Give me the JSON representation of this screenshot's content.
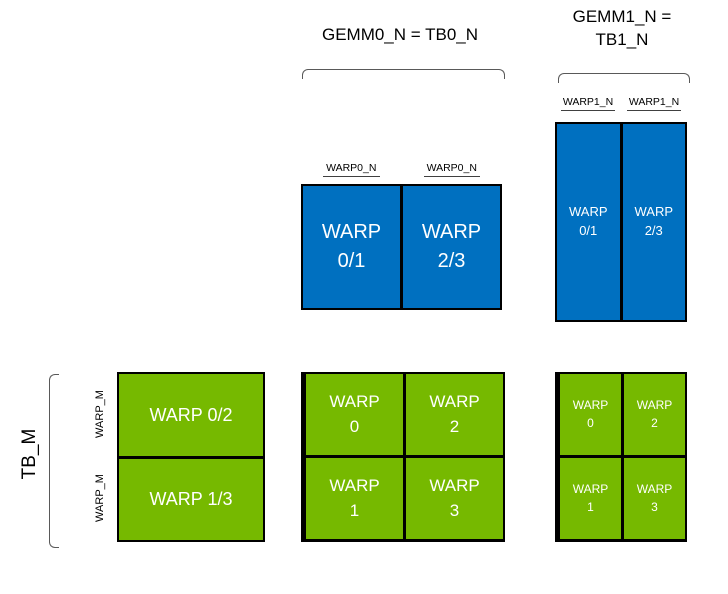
{
  "title_labels": {
    "gemm0": "GEMM0_N = TB0_N",
    "gemm1_line1": "GEMM1_N =",
    "gemm1_line2": "TB1_N"
  },
  "axis_labels": {
    "tb_m": "TB_M",
    "warp_m_row0": "WARP_M",
    "warp_m_row1": "WARP_M"
  },
  "blue_top_center": {
    "col_labels": [
      "WARP0_N",
      "WARP0_N"
    ],
    "cells": [
      {
        "line1": "WARP",
        "line2": "0/1"
      },
      {
        "line1": "WARP",
        "line2": "2/3"
      }
    ]
  },
  "blue_top_right": {
    "col_labels": [
      "WARP1_N",
      "WARP1_N"
    ],
    "cells": [
      {
        "line1": "WARP",
        "line2": "0/1"
      },
      {
        "line1": "WARP",
        "line2": "2/3"
      }
    ]
  },
  "green_bottom_left": {
    "rows": [
      "WARP 0/2",
      "WARP 1/3"
    ]
  },
  "green_bottom_center": {
    "cells": [
      {
        "line1": "WARP",
        "line2": "0"
      },
      {
        "line1": "WARP",
        "line2": "2"
      },
      {
        "line1": "WARP",
        "line2": "1"
      },
      {
        "line1": "WARP",
        "line2": "3"
      }
    ]
  },
  "green_bottom_right": {
    "cells": [
      {
        "line1": "WARP",
        "line2": "0"
      },
      {
        "line1": "WARP",
        "line2": "2"
      },
      {
        "line1": "WARP",
        "line2": "1"
      },
      {
        "line1": "WARP",
        "line2": "3"
      }
    ]
  },
  "colors": {
    "blue": "#0070C0",
    "green": "#76B900",
    "border": "#000000",
    "cell_text": "#FFFFFF",
    "label_text": "#000000",
    "bracket": "#595959"
  }
}
